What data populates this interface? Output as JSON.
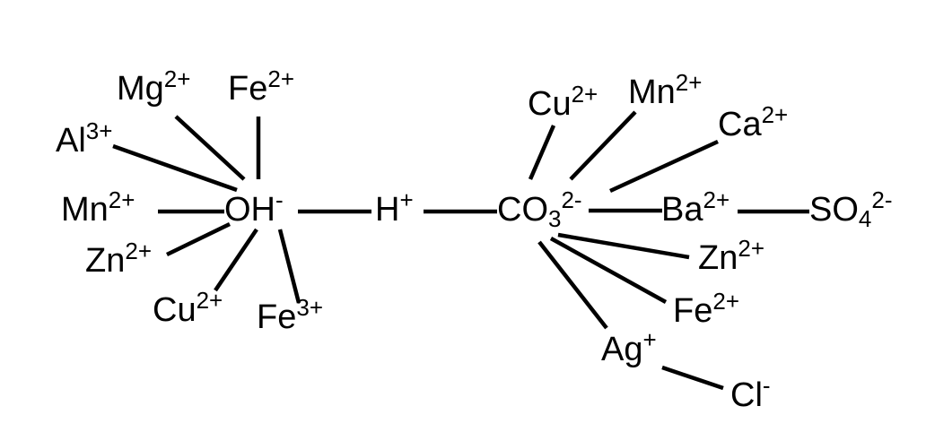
{
  "diagram": {
    "ions": {
      "mg2": {
        "symbol": "Mg",
        "charge": "2+"
      },
      "fe2_left": {
        "symbol": "Fe",
        "charge": "2+"
      },
      "al3": {
        "symbol": "Al",
        "charge": "3+"
      },
      "mn2_left": {
        "symbol": "Mn",
        "charge": "2+"
      },
      "oh": {
        "symbol": "OH",
        "charge": "-"
      },
      "h": {
        "symbol": "H",
        "charge": "+"
      },
      "zn2_left": {
        "symbol": "Zn",
        "charge": "2+"
      },
      "cu2_left": {
        "symbol": "Cu",
        "charge": "2+"
      },
      "fe3": {
        "symbol": "Fe",
        "charge": "3+"
      },
      "cu2_right": {
        "symbol": "Cu",
        "charge": "2+"
      },
      "mn2_right": {
        "symbol": "Mn",
        "charge": "2+"
      },
      "ca2": {
        "symbol": "Ca",
        "charge": "2+"
      },
      "co3": {
        "symbol": "CO",
        "subscript": "3",
        "charge": "2-"
      },
      "ba2": {
        "symbol": "Ba",
        "charge": "2+"
      },
      "so4": {
        "symbol": "SO",
        "subscript": "4",
        "charge": "2-"
      },
      "zn2_right": {
        "symbol": "Zn",
        "charge": "2+"
      },
      "fe2_right": {
        "symbol": "Fe",
        "charge": "2+"
      },
      "ag": {
        "symbol": "Ag",
        "charge": "+"
      },
      "cl": {
        "symbol": "Cl",
        "charge": "-"
      }
    }
  }
}
